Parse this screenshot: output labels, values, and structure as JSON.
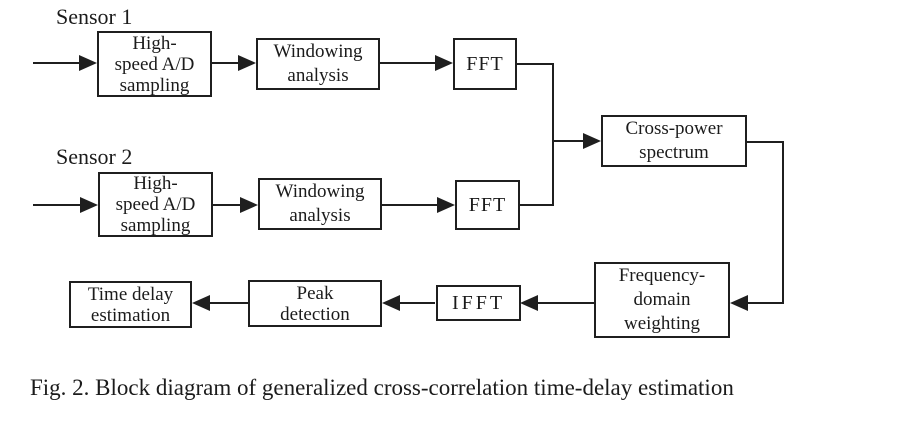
{
  "colors": {
    "ink": "#1f1f1f",
    "background": "#ffffff"
  },
  "figure_caption": "Fig. 2. Block diagram of generalized cross-correlation time-delay estimation",
  "diagram": {
    "sensors": [
      {
        "label": "Sensor 1"
      },
      {
        "label": "Sensor 2"
      }
    ],
    "blocks": {
      "ad1": {
        "l1": "High-",
        "l2": "speed A/D",
        "l3": "sampling"
      },
      "w1": {
        "l1": "Windowing",
        "l2": "analysis"
      },
      "fft1": {
        "l1": "FFT"
      },
      "ad2": {
        "l1": "High-",
        "l2": "speed A/D",
        "l3": "sampling"
      },
      "w2": {
        "l1": "Windowing",
        "l2": "analysis"
      },
      "fft2": {
        "l1": "FFT"
      },
      "cps": {
        "l1": "Cross-power",
        "l2": "spectrum"
      },
      "fdw": {
        "l1": "Frequency-",
        "l2": "domain",
        "l3": "weighting"
      },
      "ifft": {
        "l1": "IFFT"
      },
      "pd": {
        "l1": "Peak",
        "l2": "detection"
      },
      "tde": {
        "l1": "Time delay",
        "l2": "estimation"
      }
    },
    "connections": [
      {
        "from": "sensor1-input",
        "to": "high-speed-ad-sampling-1"
      },
      {
        "from": "high-speed-ad-sampling-1",
        "to": "windowing-analysis-1"
      },
      {
        "from": "windowing-analysis-1",
        "to": "fft-1"
      },
      {
        "from": "sensor2-input",
        "to": "high-speed-ad-sampling-2"
      },
      {
        "from": "high-speed-ad-sampling-2",
        "to": "windowing-analysis-2"
      },
      {
        "from": "windowing-analysis-2",
        "to": "fft-2"
      },
      {
        "from": "fft-1",
        "to": "cross-power-spectrum"
      },
      {
        "from": "fft-2",
        "to": "cross-power-spectrum"
      },
      {
        "from": "cross-power-spectrum",
        "to": "frequency-domain-weighting"
      },
      {
        "from": "frequency-domain-weighting",
        "to": "ifft"
      },
      {
        "from": "ifft",
        "to": "peak-detection"
      },
      {
        "from": "peak-detection",
        "to": "time-delay-estimation"
      }
    ]
  }
}
